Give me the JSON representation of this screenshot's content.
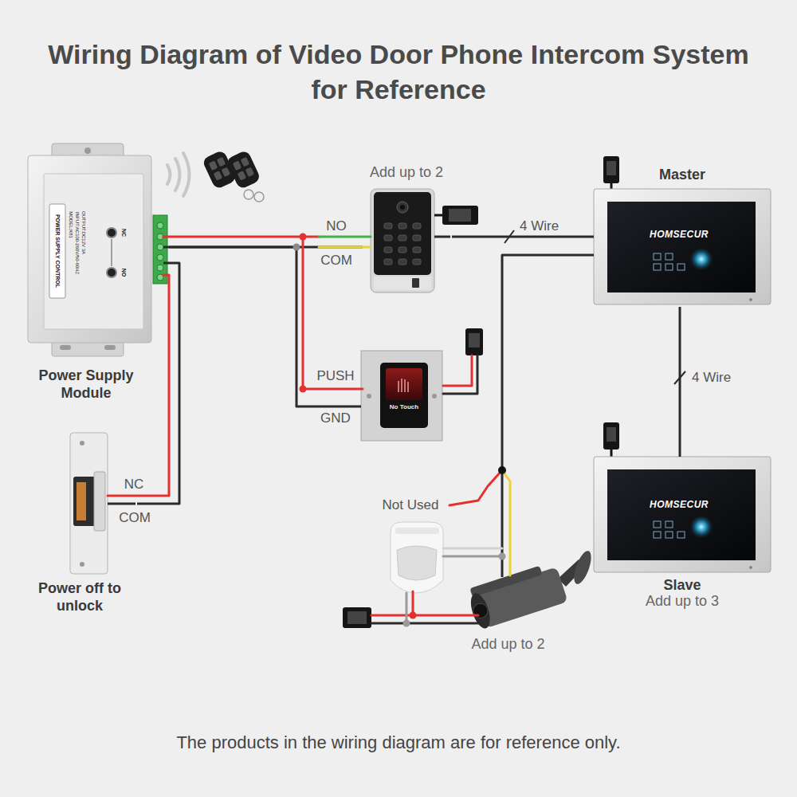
{
  "diagram": {
    "title": "Wiring Diagram of Video Door Phone Intercom System for Reference",
    "caption": "The products in the wiring diagram are for reference only.",
    "nodes": [
      {
        "text": [
          "Power Supply Module"
        ]
      },
      {
        "text": [
          "Add up to 2"
        ]
      },
      {
        "text": [
          "Master",
          "HOMSECUR"
        ]
      },
      {
        "text": [
          "No Touch"
        ]
      },
      {
        "text": [
          "Power off to unlock"
        ]
      },
      {
        "text": [
          "HOMSECUR",
          "Slave",
          "Add up to 3"
        ]
      },
      {
        "text": [
          "Add up to 2"
        ]
      }
    ],
    "edges": [
      {
        "from": 0,
        "to": 1,
        "arrow": "none"
      },
      {
        "from": 0,
        "to": 3,
        "arrow": "none"
      },
      {
        "from": 0,
        "to": 4,
        "arrow": "none"
      },
      {
        "from": 1,
        "to": 2,
        "label": "4 Wire",
        "arrow": "none"
      },
      {
        "from": 2,
        "to": 5,
        "label": "4 Wire",
        "arrow": "none"
      },
      {
        "from": 6,
        "to": 2,
        "arrow": "none"
      }
    ],
    "labels": [
      "POWER SUPPLY CONTROL",
      "MODEL:K81",
      "INPUT:AC100-260V/50-60HZ",
      "OUTPUT:DC12V 3A",
      "NC",
      "NO",
      "NO",
      "COM",
      "PUSH",
      "GND",
      "NC",
      "COM",
      "Not Used"
    ]
  }
}
